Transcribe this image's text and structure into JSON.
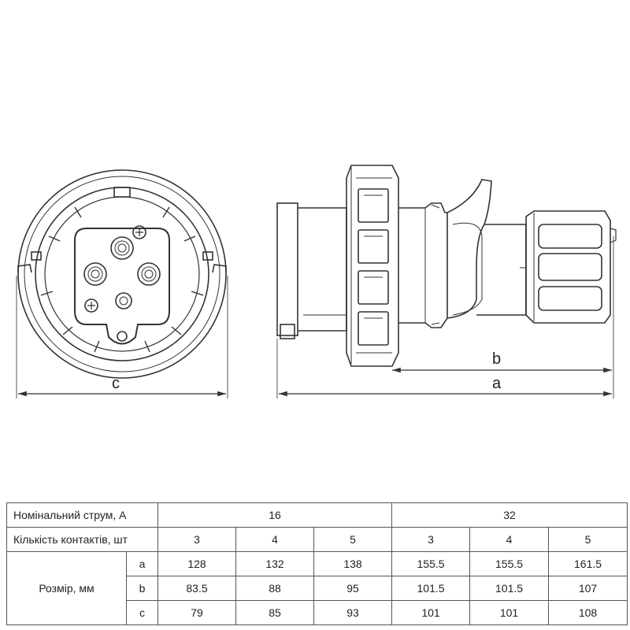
{
  "drawing": {
    "label_c": "c",
    "label_b": "b",
    "label_a": "a"
  },
  "table": {
    "current_label": "Номінальний струм, А",
    "current_values": [
      "16",
      "32"
    ],
    "contacts_label": "Кількість контактів, шт",
    "contacts_values": [
      "3",
      "4",
      "5",
      "3",
      "4",
      "5"
    ],
    "size_label": "Розмір, мм",
    "size_rows": [
      {
        "key": "a",
        "values": [
          "128",
          "132",
          "138",
          "155.5",
          "155.5",
          "161.5"
        ]
      },
      {
        "key": "b",
        "values": [
          "83.5",
          "88",
          "95",
          "101.5",
          "101.5",
          "107"
        ]
      },
      {
        "key": "c",
        "values": [
          "79",
          "85",
          "93",
          "101",
          "101",
          "108"
        ]
      }
    ]
  }
}
